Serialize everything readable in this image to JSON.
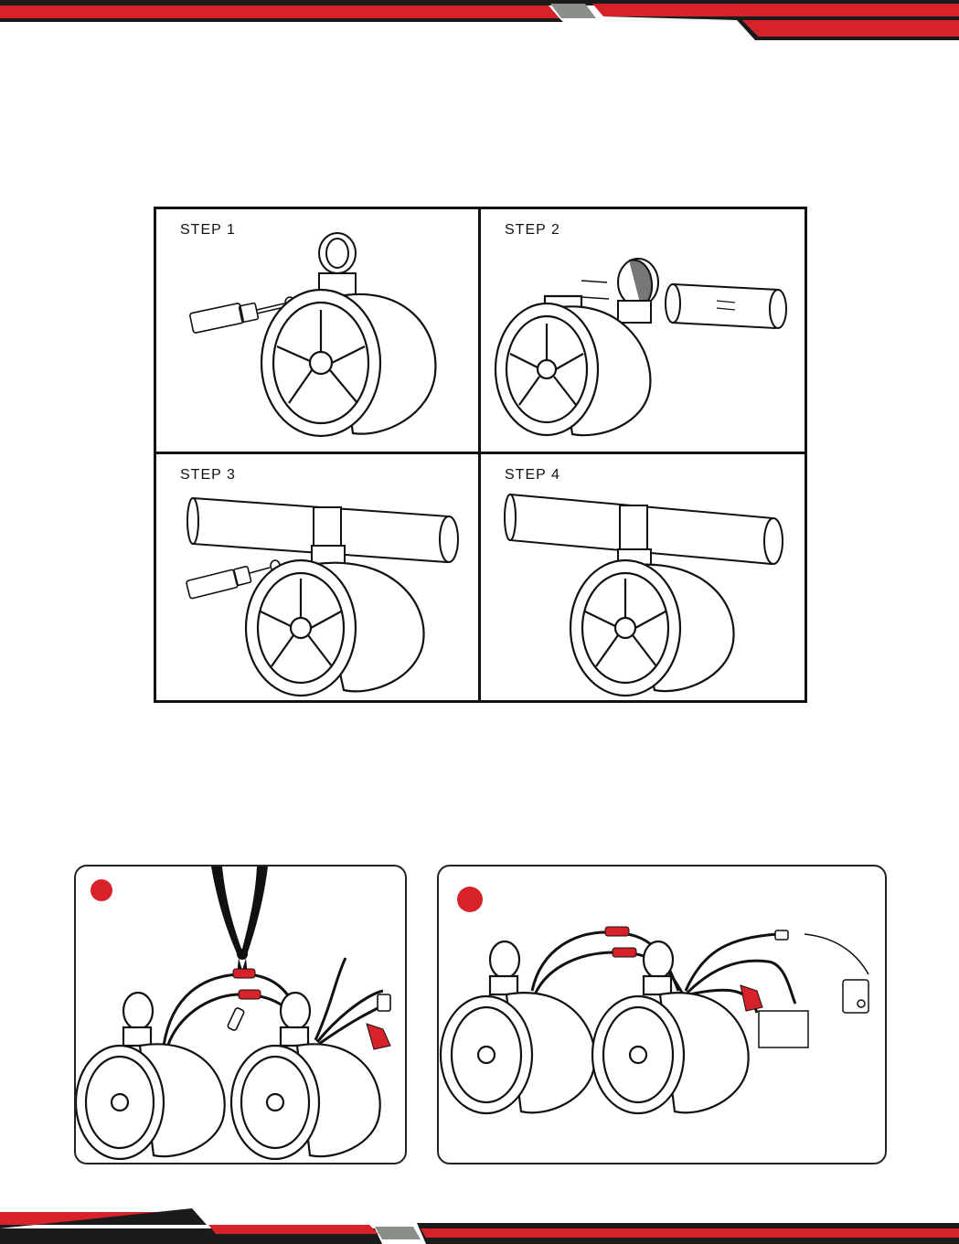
{
  "page": {
    "brand_colors": {
      "accent": "#d7222a",
      "dark": "#1b1b1b",
      "grey": "#8a8f8a"
    }
  },
  "install_steps": {
    "steps": [
      {
        "label": "STEP 1"
      },
      {
        "label": "STEP 2"
      },
      {
        "label": "STEP 3"
      },
      {
        "label": "STEP 4"
      }
    ]
  },
  "wiring": {
    "panels": [
      {
        "badge_icon": "red-dot-icon"
      },
      {
        "badge_icon": "red-dot-icon"
      }
    ]
  }
}
